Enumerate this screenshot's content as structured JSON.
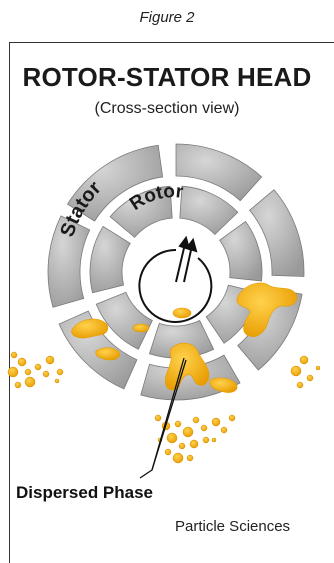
{
  "figure_caption": "Figure 2",
  "title": "ROTOR-STATOR HEAD",
  "subtitle": "(Cross-section view)",
  "labels": {
    "stator": "Stator",
    "rotor": "Rotor",
    "dispersed_phase": "Dispersed Phase"
  },
  "credit": "Particle Sciences",
  "colors": {
    "ring": "#b9b9b9",
    "ring_dark": "#8e8e8e",
    "dispersed_phase": "#f2a900",
    "line": "#111111"
  }
}
